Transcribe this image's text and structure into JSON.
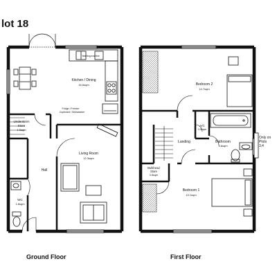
{
  "title": "lot 18",
  "ground_floor": {
    "label": "Ground Floor",
    "rooms": {
      "kitchen": {
        "name": "Kitchen / Dining",
        "area": "16.6sqm"
      },
      "living": {
        "name": "Living Room",
        "area": "12.3sqm"
      },
      "understairs": {
        "name": "Understairs",
        "name2": "Store",
        "area": "1.0sqm"
      },
      "hall": {
        "name": "Hall"
      },
      "wc": {
        "name": "WC",
        "area": "1.8sqm"
      }
    },
    "appliance_label": "Washing machine",
    "note_line1": "Fridge / Freezer",
    "note_line2": "Cupboard / Dishwasher"
  },
  "first_floor": {
    "label": "First Floor",
    "rooms": {
      "bedroom2": {
        "name": "Bedroom 2",
        "area": "14.7sqm"
      },
      "ac": {
        "name": "A/C",
        "area": "0.5sqm"
      },
      "bathroom": {
        "name": "Bathroom",
        "area": "4.6sqm"
      },
      "landing": {
        "name": "Landing"
      },
      "bulkhead": {
        "name": "Bulkhead",
        "name2": "Store",
        "area": "0.8sqm"
      },
      "bedroom1": {
        "name": "Bedroom 1",
        "area": "13.1sqm"
      }
    },
    "side_note": [
      "Only on Plots",
      "3,4"
    ]
  },
  "colors": {
    "wall": "#111111",
    "line": "#333333"
  }
}
